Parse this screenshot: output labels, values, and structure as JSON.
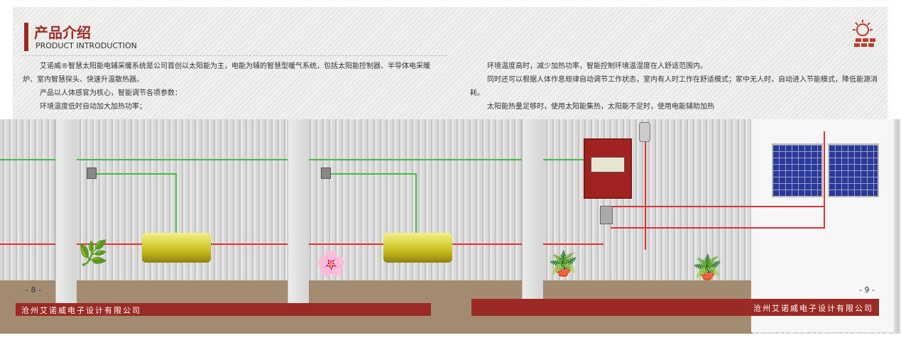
{
  "header": {
    "title": "产品介绍",
    "subtitle": "PRODUCT INTRODUCTION"
  },
  "left_text": [
    "艾诺威®智慧太阳能电辅采暖系统是公司首创以太阳能为主，电能为辅的智慧型暖气系统，包括太阳能控制器、半导体电采暖炉、室内智慧探头、快速升温散热器。",
    "产品以人体感官为核心，智能调节各项参数：",
    "环境温度低时自动加大加热功率；"
  ],
  "right_text": [
    "环境温度高时，减少加热功率，智能控制环境温湿度在人舒适范围内。",
    "同时还可以根据人体作息规律自动调节工作状态，室内有人时工作在舒适模式；家中无人时，自动进入节能模式，降低能源消耗。",
    "太阳能热量足够时，使用太阳能集热，太阳能不足时，使用电能辅助加热"
  ],
  "footer": {
    "left_page": "- 8 -",
    "right_page": "- 9 -",
    "company_left": "沧州艾诺威电子设计有限公司",
    "company_right": "沧州艾诺威电子设计有限公司"
  },
  "colors": {
    "brand": "#9b2a25",
    "floor": "#a18c72"
  }
}
